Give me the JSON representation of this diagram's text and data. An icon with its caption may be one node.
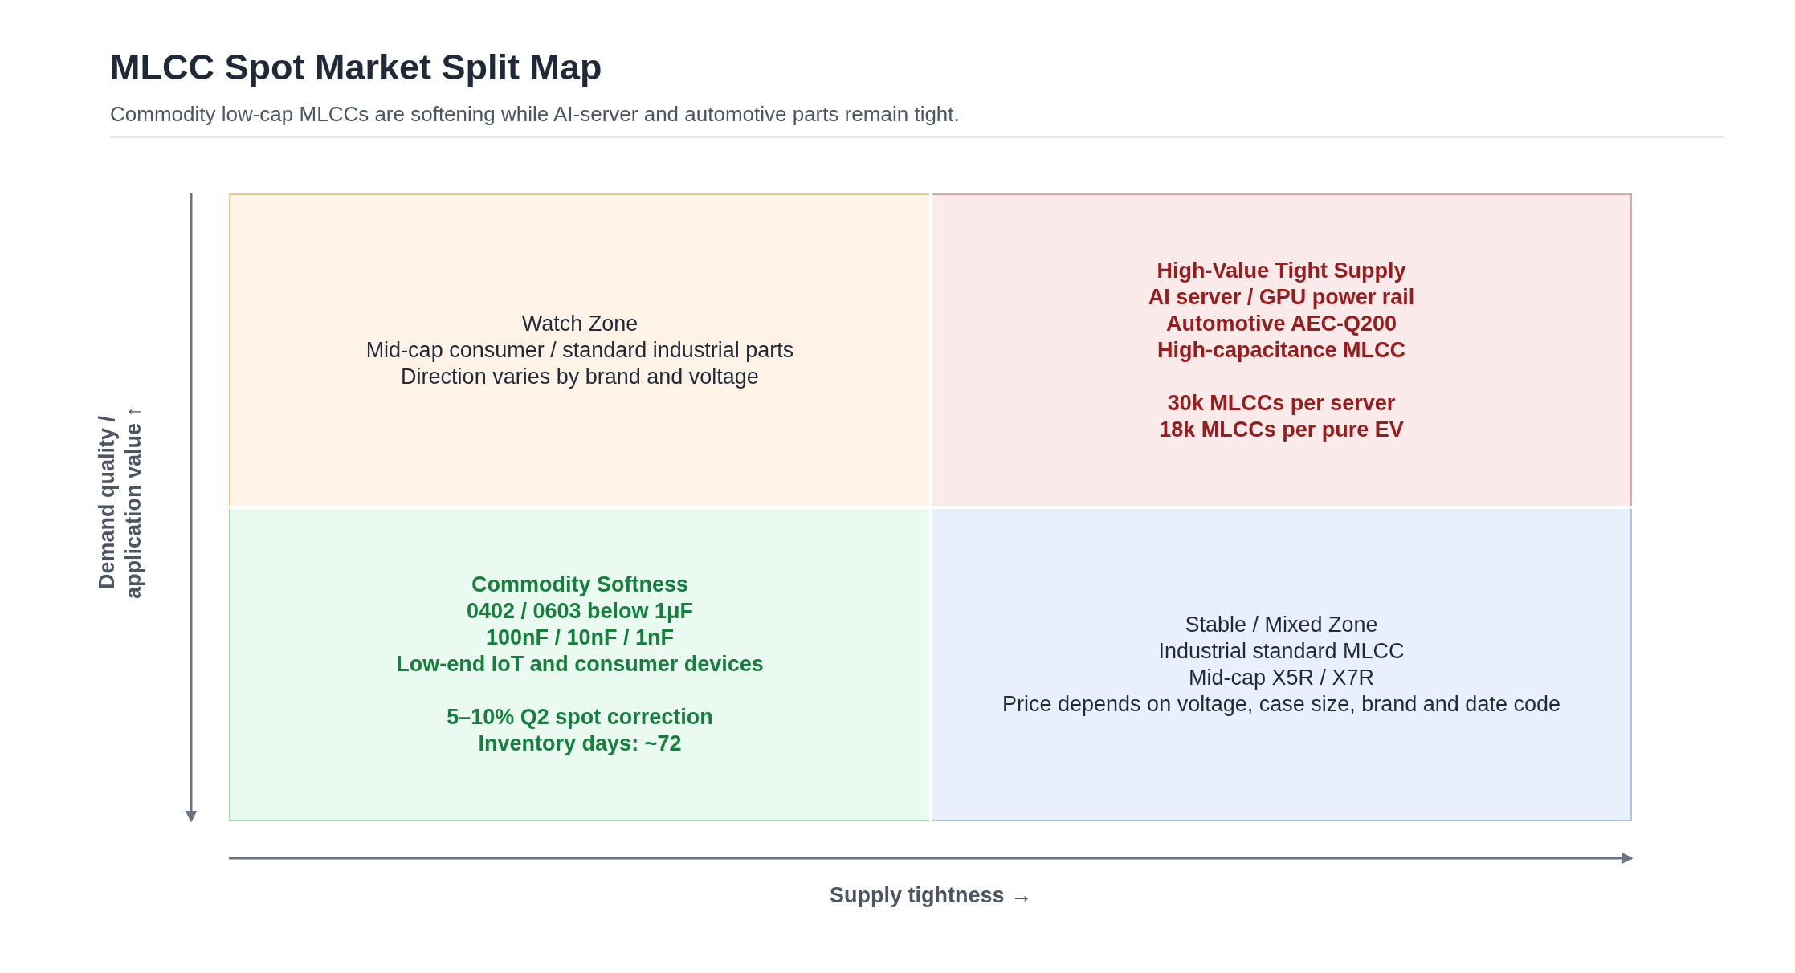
{
  "diagram": {
    "title": "MLCC Spot Market Split Map",
    "caption": "Commodity low-cap MLCCs are softening while AI-server and automotive parts remain tight.",
    "nodes": [
      {
        "text": [
          "Watch Zone",
          "Mid-cap consumer / standard industrial parts",
          "Direction varies by brand and voltage"
        ]
      },
      {
        "text": [
          "High-Value Tight Supply",
          "AI server / GPU power rail",
          "Automotive AEC-Q200",
          "High-capacitance MLCC",
          "30k MLCCs per server",
          "18k MLCCs per pure EV"
        ]
      },
      {
        "text": [
          "Commodity Softness",
          "0402 / 0603 below 1μF",
          "100nF / 10nF / 1nF",
          "Low-end IoT and consumer devices",
          "5–10% Q2 spot correction",
          "Inventory days: ~72"
        ]
      },
      {
        "text": [
          "Stable / Mixed Zone",
          "Industrial standard MLCC",
          "Mid-cap X5R / X7R",
          "Price depends on voltage, case size, brand and date code"
        ]
      }
    ],
    "edges": [],
    "labels": [
      "Demand quality / application value ↑",
      "Supply tightness →"
    ]
  }
}
